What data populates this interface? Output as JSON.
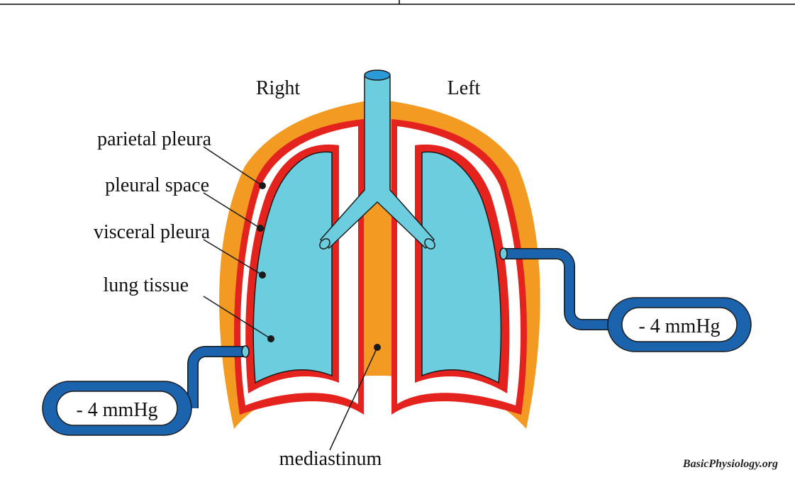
{
  "labels": {
    "right": "Right",
    "left": "Left",
    "parietal_pleura": "parietal pleura",
    "pleural_space": "pleural space",
    "visceral_pleura": "visceral pleura",
    "lung_tissue": "lung tissue",
    "mediastinum": "mediastinum"
  },
  "gauges": {
    "right_reading": "- 4 mmHg",
    "left_reading": "- 4 mmHg"
  },
  "credit": "BasicPhysiology.org",
  "colors": {
    "chest_wall": "#F39A23",
    "pleura": "#E4231E",
    "lung": "#6CCDDE",
    "tube": "#1B63AD",
    "trachea": "#6CCDDE"
  }
}
